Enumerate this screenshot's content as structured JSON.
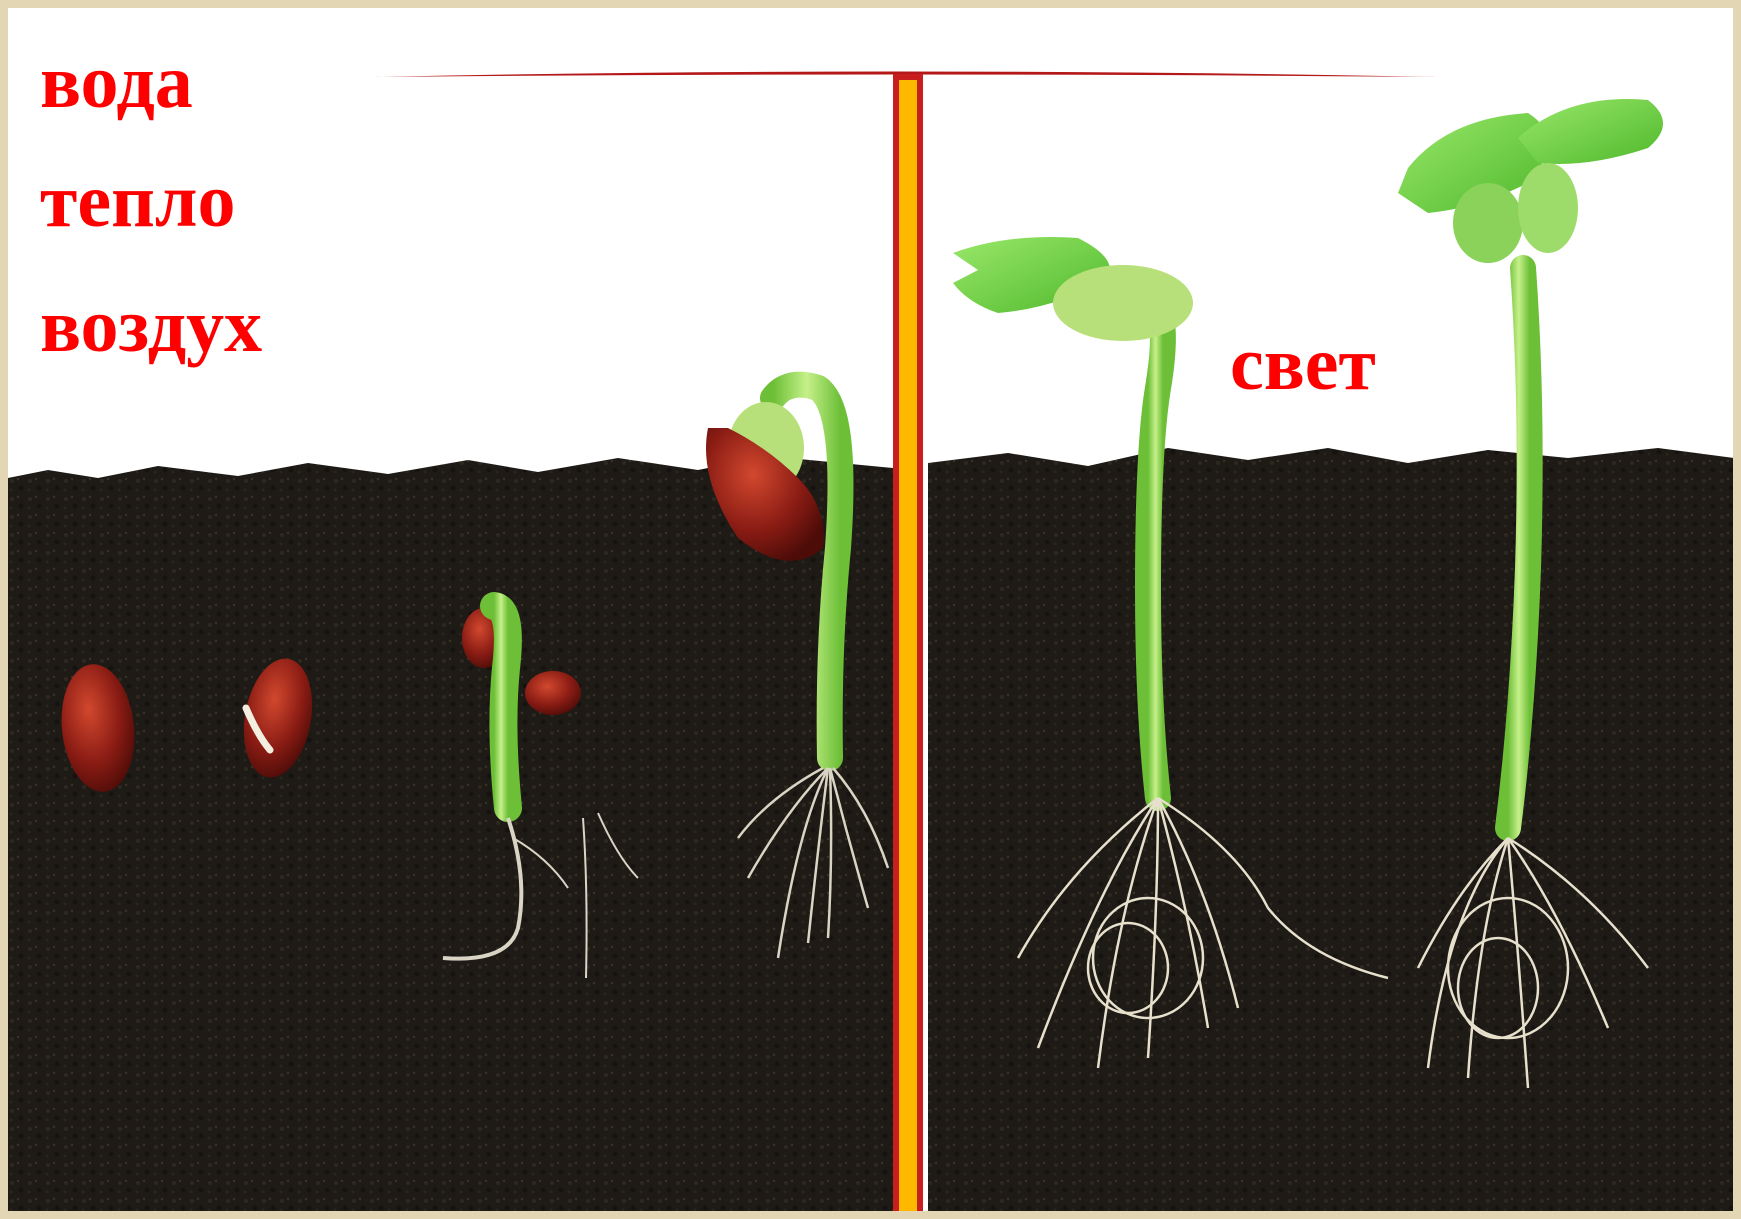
{
  "left_panel": {
    "labels": [
      "вода",
      "тепло",
      "воздух"
    ]
  },
  "right_panel": {
    "labels": [
      "свет"
    ]
  },
  "colors": {
    "label_text": "#ff0000",
    "divider_fill": "#ffb800",
    "divider_edge": "#c81e1e",
    "soil": "#1e1a16",
    "sky": "#ffffff",
    "stem": "#a8e06a",
    "leaf": "#6fd44a",
    "bean": "#8a1c14",
    "root": "#d9d4c4"
  }
}
